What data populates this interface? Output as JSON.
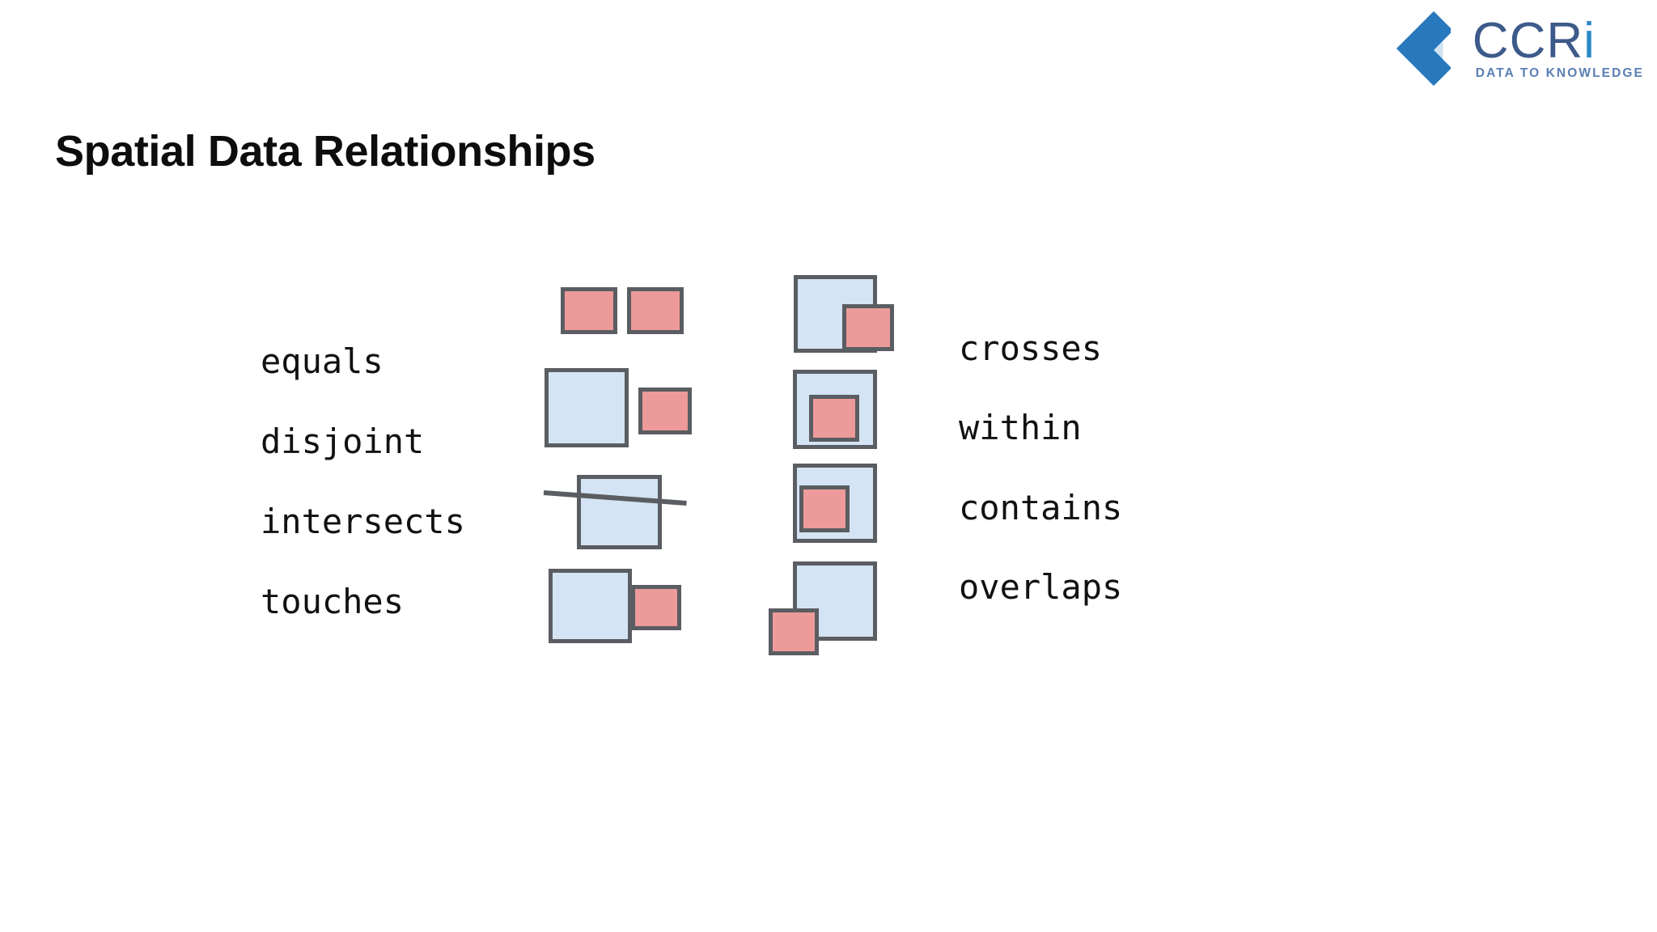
{
  "slide": {
    "title": "Spatial Data Relationships",
    "background_color": "#ffffff"
  },
  "logo": {
    "name": "ccri-logo",
    "wordmark": "CCR",
    "wordmark_accent": "i",
    "tagline": "DATA TO KNOWLEDGE",
    "mark_color": "#2878be",
    "mark_color_light": "#cfe3f2",
    "word_color": "#3c5a8a",
    "tagline_color": "#5b7fb4"
  },
  "palette": {
    "geometry_blue_fill": "#d4e4f4",
    "geometry_red_fill": "#ec9a9a",
    "geometry_stroke": "#5a5d61",
    "text_color": "#111111"
  },
  "diagram": {
    "left_labels": [
      {
        "id": "equals",
        "text": "equals"
      },
      {
        "id": "disjoint",
        "text": "disjoint"
      },
      {
        "id": "intersects",
        "text": "intersects"
      },
      {
        "id": "touches",
        "text": "touches"
      }
    ],
    "right_labels": [
      {
        "id": "crosses",
        "text": "crosses"
      },
      {
        "id": "within",
        "text": "within"
      },
      {
        "id": "contains",
        "text": "contains"
      },
      {
        "id": "overlaps",
        "text": "overlaps"
      }
    ]
  }
}
